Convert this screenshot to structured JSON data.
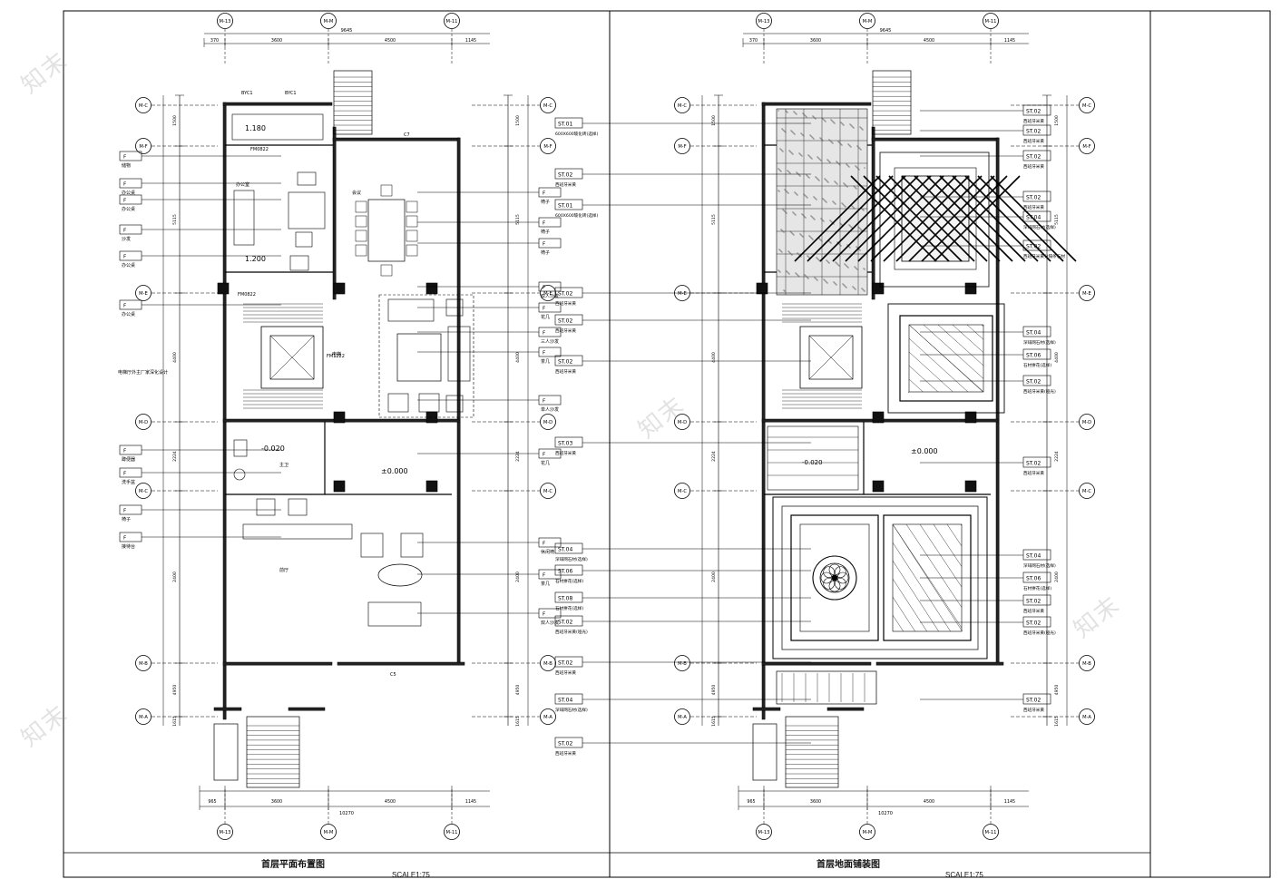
{
  "titles": {
    "left": "首层平面布置图",
    "left_scale": "SCALE1:75",
    "right": "首层地面铺装图",
    "right_scale": "SCALE1:75"
  },
  "watermark": "知末",
  "grid_top": [
    "M-13",
    "M-M",
    "M-11"
  ],
  "grid_top_right": [
    "M-13",
    "M-M",
    "M-11"
  ],
  "grid_side_left": [
    "M-C",
    "M-F",
    "M-E",
    "M-D",
    "M-C",
    "M-B",
    "M-A"
  ],
  "grid_side_right": [
    "M-C",
    "M-F",
    "M-E",
    "M-D",
    "M-C",
    "M-B",
    "M-A"
  ],
  "dims_top": {
    "total": "9645",
    "segments": [
      "370",
      "3600",
      "4500",
      "1145"
    ]
  },
  "dims_bottom": {
    "total": "10270",
    "segments": [
      "965",
      "3600",
      "4500",
      "1145"
    ]
  },
  "dims_side": [
    "1500",
    "5115",
    "4400",
    "2224",
    "2400",
    "4950",
    "1615"
  ],
  "levels": {
    "top": "1.180",
    "mid": "1.200",
    "wc": "-0.020",
    "main": "±0.000"
  },
  "left_labels": {
    "left_side": [
      "储物",
      "办公桌",
      "办公桌",
      "沙发",
      "办公桌",
      "办公桌",
      "蹲便器",
      "洗手盆",
      "椅子",
      "接待台"
    ],
    "right_side": [
      "椅子",
      "椅子",
      "椅子",
      "双人沙发",
      "花几",
      "三人沙发",
      "茶几",
      "单人沙发",
      "花几",
      "休闲椅",
      "茶几",
      "双人沙发"
    ],
    "inline": [
      "BYC1",
      "BYC1",
      "C7",
      "C5",
      "会议",
      "办公室",
      "主卫",
      "前厅",
      "电梯",
      "FM0822",
      "FM0822",
      "FM1222",
      "电梯厅外主厂家深化设计"
    ]
  },
  "right_labels": {
    "left_side": [
      {
        "code": "ST.01",
        "desc": "600X600玻化砖(选样)"
      },
      {
        "code": "ST.02",
        "desc": "西班牙米黄"
      },
      {
        "code": "ST.01",
        "desc": "600X600玻化砖(选样)"
      },
      {
        "code": "ST.02",
        "desc": "西班牙米黄"
      },
      {
        "code": "ST.02",
        "desc": "西班牙米黄"
      },
      {
        "code": "ST.02",
        "desc": "西班牙米黄"
      },
      {
        "code": "ST.03",
        "desc": "西班牙米黄"
      },
      {
        "code": "ST.04",
        "desc": "深啡网石材(选样)"
      },
      {
        "code": "ST.06",
        "desc": "石材拼花(选样)"
      },
      {
        "code": "ST.08",
        "desc": "石材拼花(选样)"
      },
      {
        "code": "ST.02",
        "desc": "西班牙米黄(哑光)"
      },
      {
        "code": "ST.02",
        "desc": "西班牙米黄"
      },
      {
        "code": "ST.04",
        "desc": "深啡网石材(选样)"
      },
      {
        "code": "ST.02",
        "desc": "西班牙米黄"
      }
    ],
    "right_side": [
      {
        "code": "ST.02",
        "desc": "西班牙米黄"
      },
      {
        "code": "ST.02",
        "desc": "西班牙米黄"
      },
      {
        "code": "ST.02",
        "desc": "西班牙米黄"
      },
      {
        "code": "ST.02",
        "desc": "西班牙米黄"
      },
      {
        "code": "ST.04",
        "desc": "深啡网石材(选样)"
      },
      {
        "code": "ST.02",
        "desc": "西班牙米黄分隔条石材"
      },
      {
        "code": "ST.04",
        "desc": "深啡网石材(选样)"
      },
      {
        "code": "ST.06",
        "desc": "石材拼花(选样)"
      },
      {
        "code": "ST.02",
        "desc": "西班牙米黄(哑光)"
      },
      {
        "code": "ST.02",
        "desc": "西班牙米黄"
      },
      {
        "code": "ST.04",
        "desc": "深啡网石材(选样)"
      },
      {
        "code": "ST.06",
        "desc": "石材拼花(选样)"
      },
      {
        "code": "ST.02",
        "desc": "西班牙米黄"
      },
      {
        "code": "ST.02",
        "desc": "西班牙米黄(哑光)"
      },
      {
        "code": "ST.02",
        "desc": "西班牙米黄"
      }
    ]
  }
}
